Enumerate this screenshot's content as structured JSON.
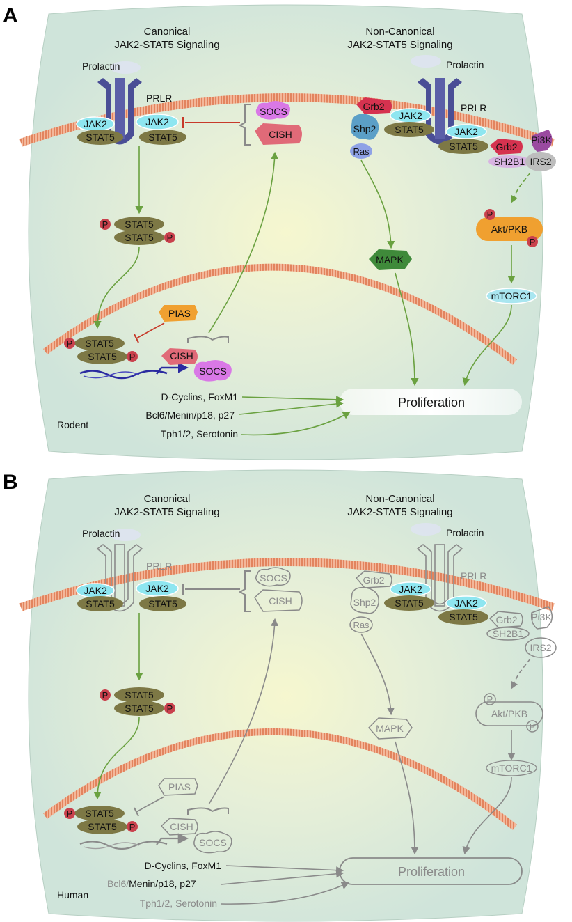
{
  "colors": {
    "cell_fill": "#dcebe0",
    "membrane": "#e8845c",
    "receptor": "#4a4e96",
    "jak2": "#8ee6f0",
    "stat5": "#7d7845",
    "phospho": "#c9414d",
    "socs": "#d978e6",
    "cish": "#e06a78",
    "pias": "#f0a030",
    "grb2": "#d5324f",
    "shp2": "#5b9fc7",
    "ras": "#8fa2e6",
    "pi3k": "#9a4aa0",
    "sh2b1": "#d8a6e4",
    "irs2": "#bdbdbd",
    "akt": "#f0a030",
    "mapk": "#3f8a3a",
    "mtorc1": "#a9e6f0",
    "active_arrow": "#6aa140",
    "inhibit": "#c73a2a",
    "inactive": "#8a8a8a"
  },
  "panel_a": {
    "letter": "A",
    "canonical_title": [
      "Canonical",
      "JAK2-STAT5 Signaling"
    ],
    "noncanonical_title": [
      "Non-Canonical",
      "JAK2-STAT5 Signaling"
    ],
    "prolactin": "Prolactin",
    "prlr": "PRLR",
    "jak2": "JAK2",
    "stat5": "STAT5",
    "p": "P",
    "socs": "SOCS",
    "cish": "CISH",
    "pias": "PIAS",
    "grb2": "Grb2",
    "shp2": "Shp2",
    "ras": "Ras",
    "pi3k": "Pi3K",
    "sh2b1": "SH2B1",
    "irs2": "IRS2",
    "akt": "Akt/PKB",
    "mapk": "MAPK",
    "mtorc1": "mTORC1",
    "proliferation": "Proliferation",
    "targets": [
      "D-Cyclins, FoxM1",
      "Bcl6/Menin/p18, p27",
      "Tph1/2, Serotonin"
    ],
    "species": "Rodent"
  },
  "panel_b": {
    "letter": "B",
    "canonical_title": [
      "Canonical",
      "JAK2-STAT5 Signaling"
    ],
    "noncanonical_title": [
      "Non-Canonical",
      "JAK2-STAT5 Signaling"
    ],
    "prolactin": "Prolactin",
    "prlr": "PRLR",
    "jak2": "JAK2",
    "stat5": "STAT5",
    "p": "P",
    "socs": "SOCS",
    "cish": "CISH",
    "pias": "PIAS",
    "grb2": "Grb2",
    "shp2": "Shp2",
    "ras": "Ras",
    "pi3k": "Pi3K",
    "sh2b1": "SH2B1",
    "irs2": "IRS2",
    "akt": "Akt/PKB",
    "mapk": "MAPK",
    "mtorc1": "mTORC1",
    "proliferation": "Proliferation",
    "target1": "D-Cyclins, FoxM1",
    "target2_part1": "Bcl6/",
    "target2_part2": "Menin/p18, p27",
    "target3": "Tph1/2, Serotonin",
    "species": "Human"
  }
}
